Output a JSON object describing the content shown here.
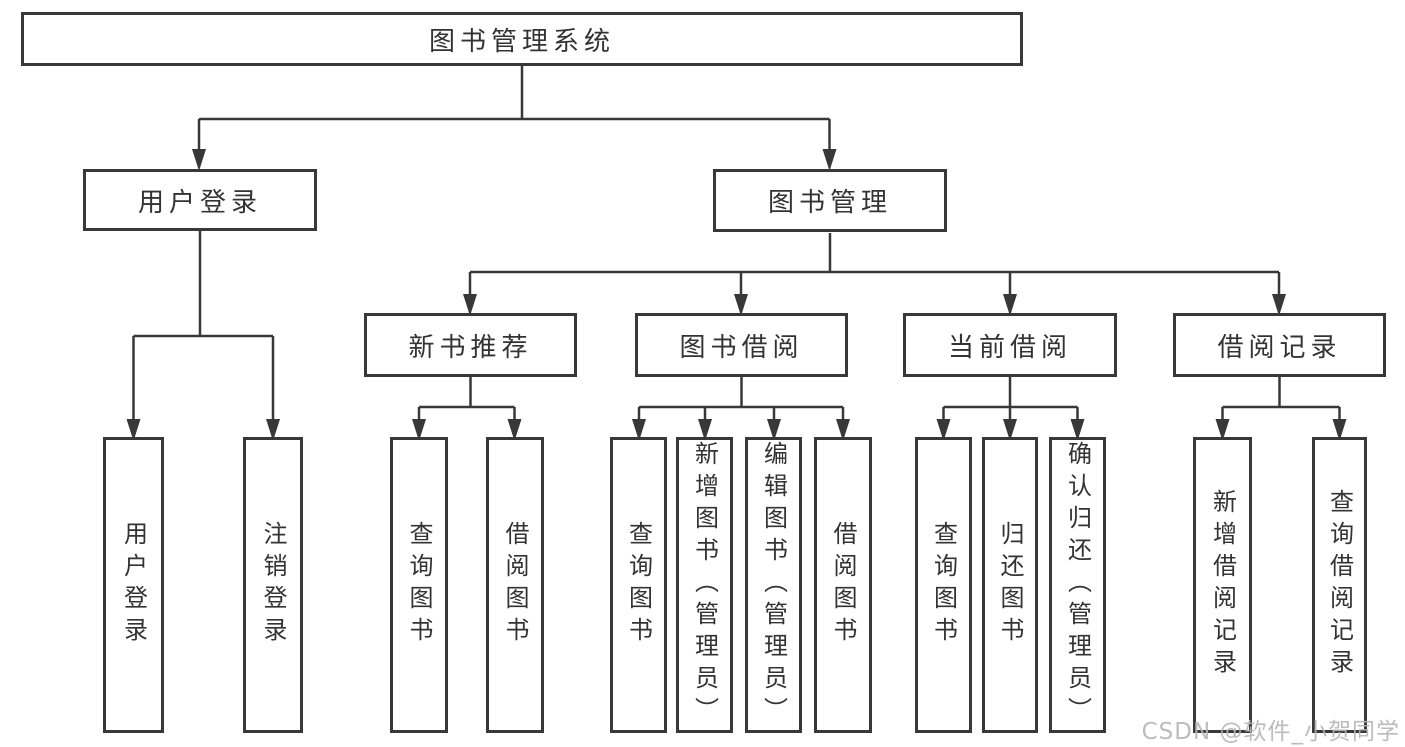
{
  "diagram": {
    "line_color": "#383838",
    "nodes": {
      "root": "图书管理系统",
      "user_login": "用户登录",
      "book_mgmt": "图书管理",
      "new_book_rec": "新书推荐",
      "book_borrow": "图书借阅",
      "current_borrow": "当前借阅",
      "borrow_records": "借阅记录",
      "leaf_user_login": "用户登录",
      "leaf_logout": "注销登录",
      "leaf_query_book_rec": "查询图书",
      "leaf_borrow_book_rec": "借阅图书",
      "leaf_query_book_borrow": "查询图书",
      "leaf_add_book_admin": "新增图书（管理员）",
      "leaf_edit_book_admin": "编辑图书（管理员）",
      "leaf_borrow_book_borrow": "借阅图书",
      "leaf_query_book_current": "查询图书",
      "leaf_return_book": "归还图书",
      "leaf_confirm_return_admin": "确认归还（管理员）",
      "leaf_add_borrow_record": "新增借阅记录",
      "leaf_query_borrow_record": "查询借阅记录"
    }
  },
  "watermark": {
    "text": "CSDN @软件_小贺同学"
  }
}
